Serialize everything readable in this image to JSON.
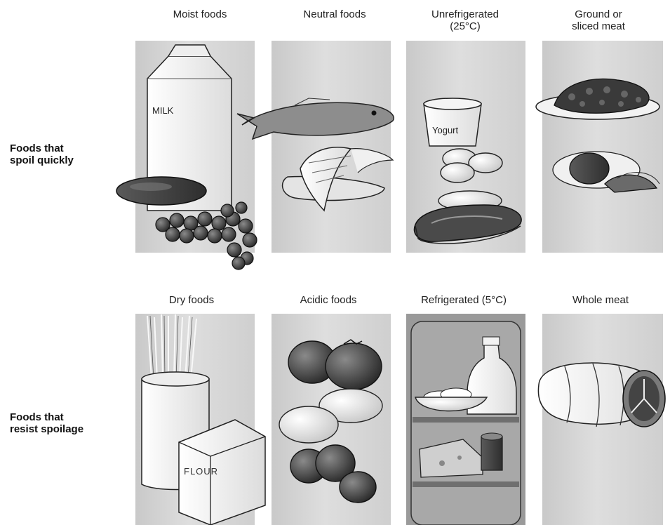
{
  "row_labels": {
    "spoil": [
      "Foods that",
      "spoil quickly"
    ],
    "resist": [
      "Foods that",
      "resist spoilage"
    ]
  },
  "columns_top": [
    {
      "title": [
        "Moist foods"
      ]
    },
    {
      "title": [
        "Neutral foods"
      ]
    },
    {
      "title": [
        "Unrefrigerated",
        "(25°C)"
      ]
    },
    {
      "title": [
        "Ground or",
        "sliced meat"
      ]
    }
  ],
  "columns_bottom": [
    {
      "title": [
        "Dry foods"
      ]
    },
    {
      "title": [
        "Acidic foods"
      ]
    },
    {
      "title": [
        "Refrigerated (5°C)"
      ]
    },
    {
      "title": [
        "Whole meat"
      ]
    }
  ],
  "illustration_text": {
    "milk": "MILK",
    "yogurt": "Yogurt",
    "flour": "FLOUR"
  },
  "colors": {
    "panel": "#d2d2d2",
    "ink": "#1a1a1a"
  }
}
